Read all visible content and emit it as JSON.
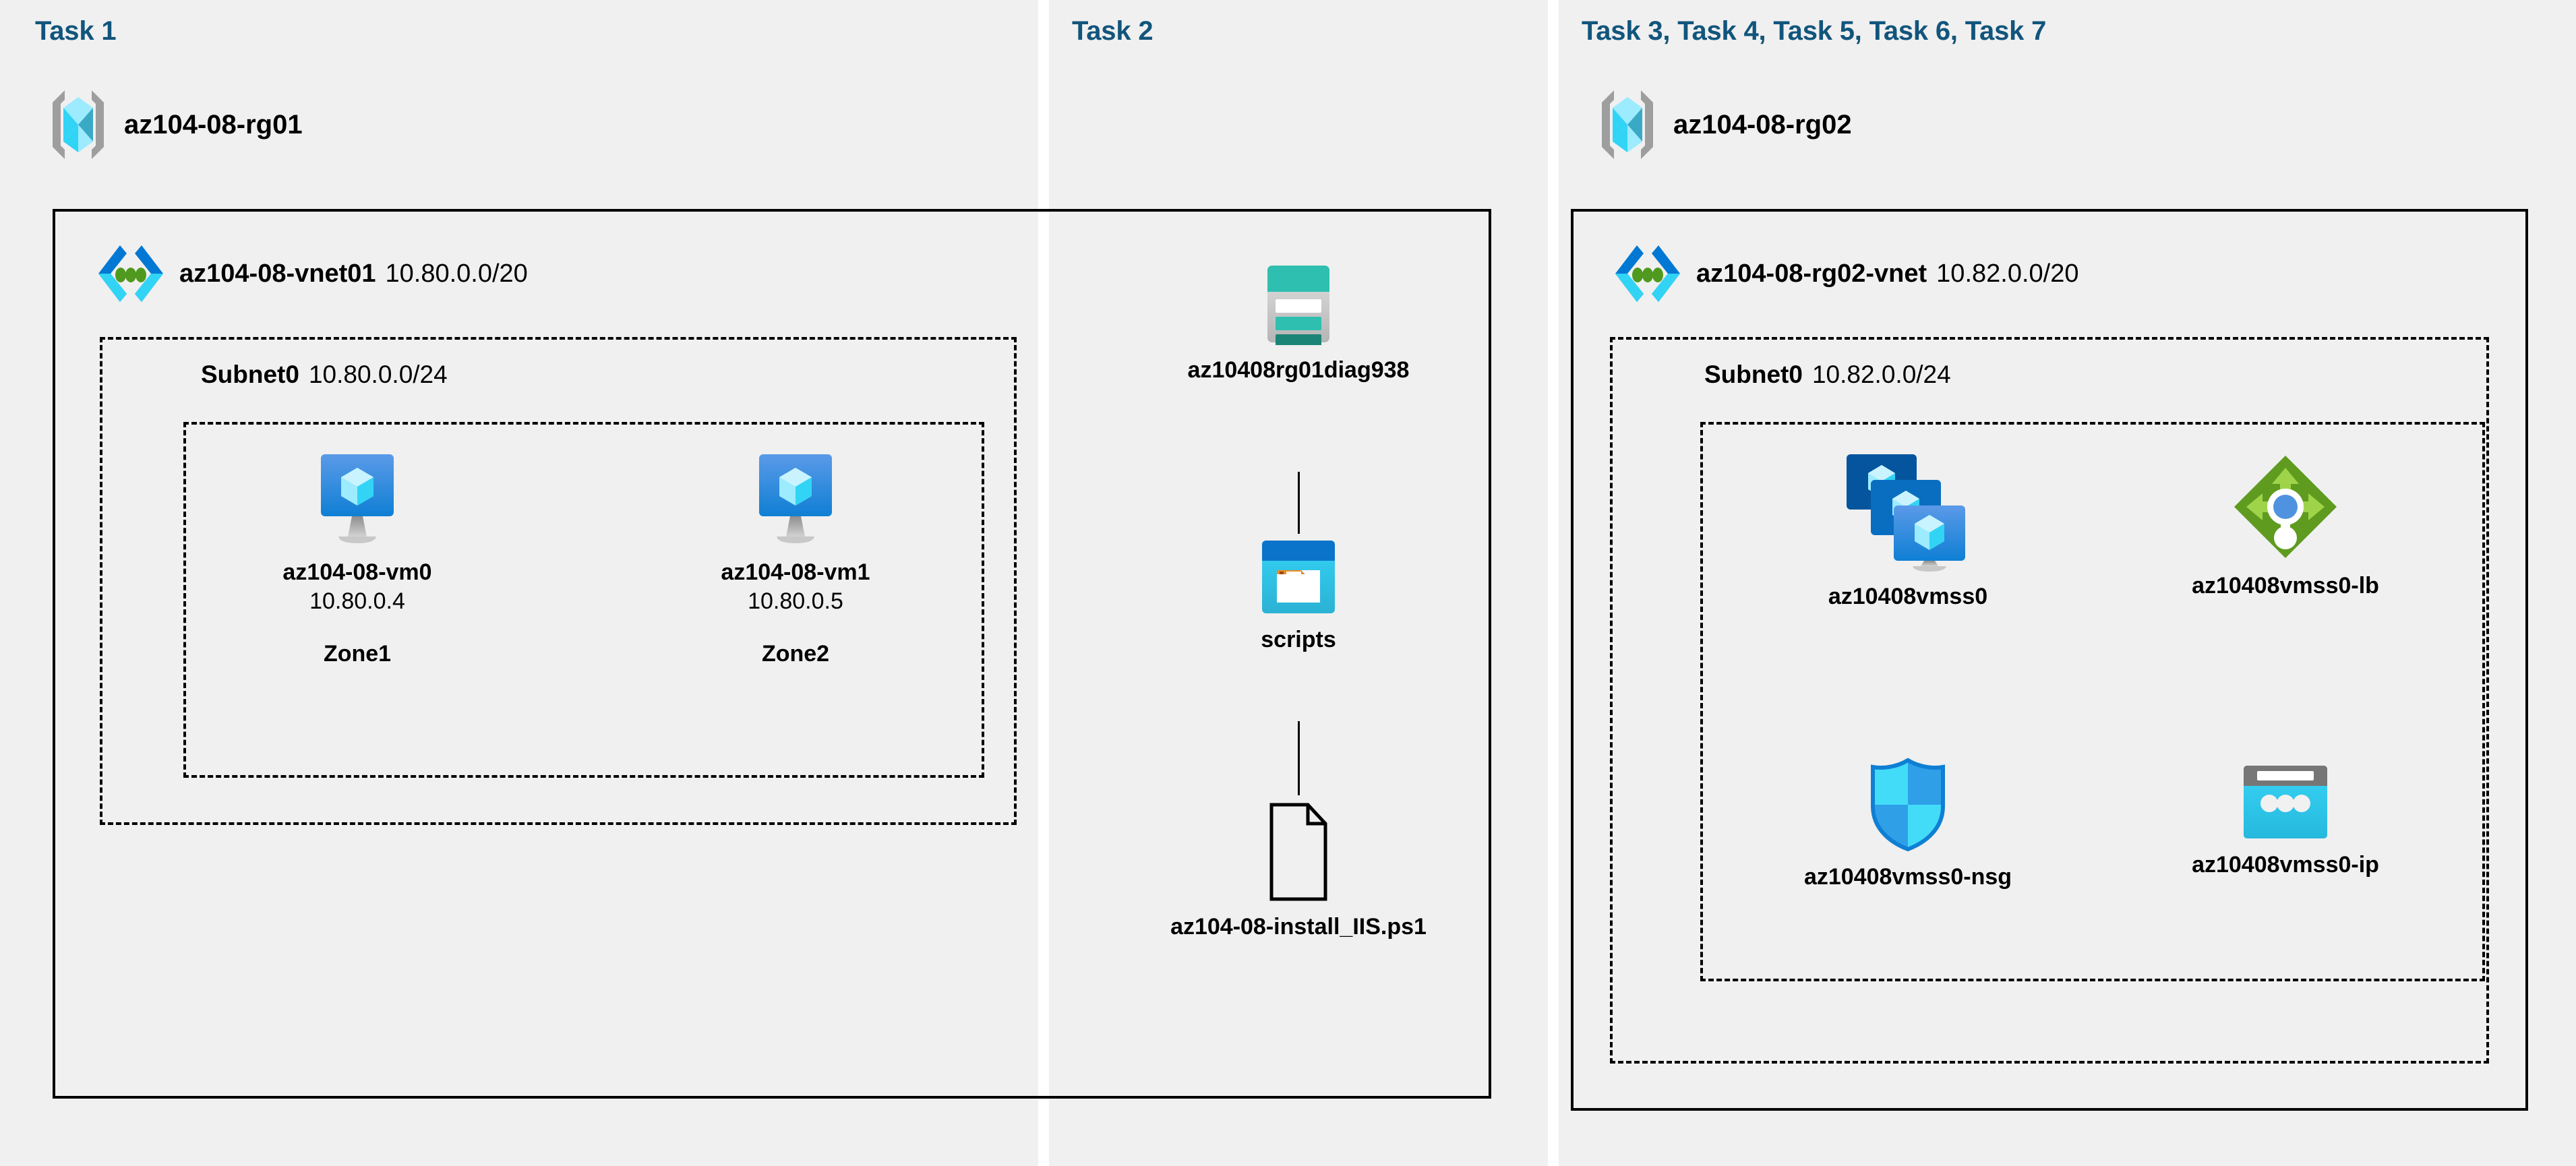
{
  "diagram": {
    "background": "#ffffff",
    "panel_background": "#f0f0f0",
    "heading_color": "#11557c",
    "panels": [
      {
        "id": "task1",
        "heading": "Task 1"
      },
      {
        "id": "task2",
        "heading": "Task 2"
      },
      {
        "id": "task3",
        "heading": "Task 3, Task 4, Task 5, Task 6, Task 7"
      }
    ]
  },
  "task1": {
    "heading": "Task 1",
    "resource_group": {
      "icon": "resource-group-icon",
      "name": "az104-08-rg01"
    },
    "vnet": {
      "icon": "virtual-network-icon",
      "name": "az104-08-vnet01",
      "cidr": "10.80.0.0/20"
    },
    "subnet": {
      "name": "Subnet0",
      "cidr": "10.80.0.0/24"
    },
    "vms": [
      {
        "icon": "virtual-machine-icon",
        "name": "az104-08-vm0",
        "ip": "10.80.0.4",
        "zone": "Zone1"
      },
      {
        "icon": "virtual-machine-icon",
        "name": "az104-08-vm1",
        "ip": "10.80.0.5",
        "zone": "Zone2"
      }
    ]
  },
  "task2": {
    "heading": "Task 2",
    "storage_account": {
      "icon": "storage-account-icon",
      "name": "az10408rg01diag938"
    },
    "container": {
      "icon": "blob-container-icon",
      "name": "scripts"
    },
    "file": {
      "icon": "script-file-icon",
      "name": "az104-08-install_IIS.ps1"
    }
  },
  "task3": {
    "heading": "Task 3, Task 4, Task 5, Task 6, Task 7",
    "resource_group": {
      "icon": "resource-group-icon",
      "name": "az104-08-rg02"
    },
    "vnet": {
      "icon": "virtual-network-icon",
      "name": "az104-08-rg02-vnet",
      "cidr": "10.82.0.0/20"
    },
    "subnet": {
      "name": "Subnet0",
      "cidr": "10.82.0.0/24"
    },
    "resources": [
      {
        "icon": "vm-scale-set-icon",
        "name": "az10408vmss0"
      },
      {
        "icon": "load-balancer-icon",
        "name": "az10408vmss0-lb"
      },
      {
        "icon": "network-security-group-icon",
        "name": "az10408vmss0-nsg"
      },
      {
        "icon": "public-ip-address-icon",
        "name": "az10408vmss0-ip"
      }
    ]
  },
  "colors": {
    "heading_blue": "#11557c",
    "panel_gray": "#f0f0f0",
    "rg_bracket_gray": "#9e9e9e",
    "rg_cube_light": "#9cebff",
    "rg_cube_cyan": "#32d4f5",
    "rg_cube_teal": "#3aa9c6",
    "vnet_blue": "#0078d4",
    "vnet_cyan": "#32d4f5",
    "vnet_dot_green": "#4f9a1e",
    "vm_blue_top": "#4f92e0",
    "vm_blue_bottom": "#0f7fd4",
    "vm_stand_gray": "#bdbdbd",
    "storage_teal": "#2fbfb0",
    "storage_teal_dark": "#1b8476",
    "storage_gray": "#c8c8c8",
    "blob_header_blue": "#0a74cb",
    "blob_body_cyan": "#2fc8ee",
    "blob_tab_orange": "#ef8a21",
    "lb_green_dark": "#5f9b1e",
    "lb_green_light": "#9fd44a",
    "lb_dot_blue": "#4f92e0",
    "nsg_cyan": "#42dcf8",
    "nsg_blue": "#2f9fe8",
    "nsg_outline": "#0f7fd4",
    "pip_gray": "#767676",
    "pip_cyan": "#32c8e8"
  }
}
